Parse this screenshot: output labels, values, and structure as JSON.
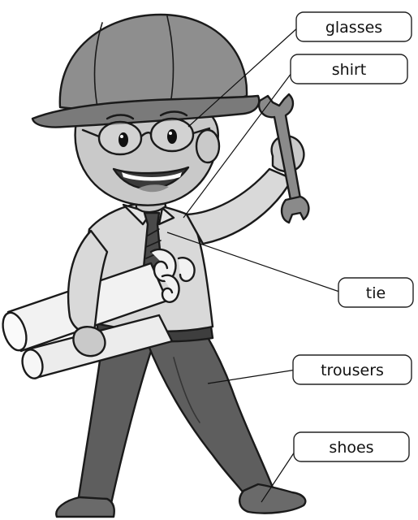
{
  "labels": {
    "glasses": "glasses",
    "shirt": "shirt",
    "tie": "tie",
    "trousers": "trousers",
    "shoes": "shoes"
  },
  "colors": {
    "helmet": "#8e8e8e",
    "skin": "#c9c9c9",
    "shirt": "#d9d9d9",
    "trousers": "#5e5e5e",
    "shoes": "#6a6a6a",
    "paper": "#f2f2f2",
    "outline": "#1a1a1a"
  }
}
